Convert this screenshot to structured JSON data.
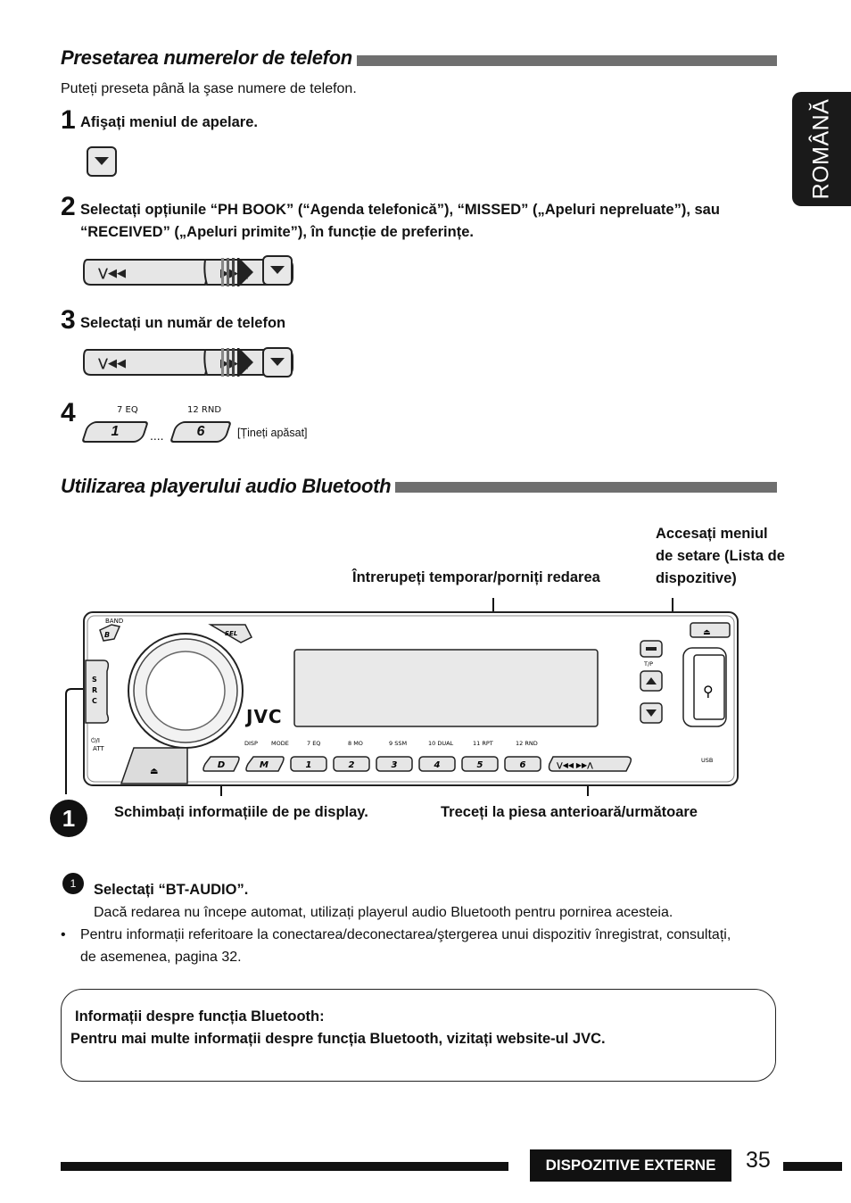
{
  "side_tab": "ROMÂNĂ",
  "section1": {
    "title": "Presetarea numerelor de telefon",
    "intro": "Puteți preseta până la şase numere de telefon.",
    "steps": [
      {
        "num": "1",
        "text": "Afişați meniul de apelare."
      },
      {
        "num": "2",
        "text_line1": "Selectați opțiunile “PH BOOK” (“Agenda telefonică”), “MISSED” („Apeluri nepreluate”), sau",
        "text_line2": "“RECEIVED” („Apeluri primite”), în funcție de preferințe."
      },
      {
        "num": "3",
        "text": "Selectați un număr de telefon"
      },
      {
        "num": "4",
        "key1_top": "7  EQ",
        "key1": "1",
        "key2_top": "12  RND",
        "key2": "6",
        "dots": "....",
        "hold": "[Țineți apăsat]"
      }
    ]
  },
  "section2": {
    "title": "Utilizarea playerului audio Bluetooth",
    "callouts": {
      "pause": "Întrerupeți temporar/porniți redarea",
      "menu_l1": "Accesați meniul",
      "menu_l2": "de setare (Lista de",
      "menu_l3": "dispozitive)",
      "display": "Schimbați informațiile de pe display.",
      "track": "Treceți la piesa anterioară/următoare"
    },
    "radio": {
      "brand": "JVC",
      "band": "BAND",
      "src": [
        "S",
        "R",
        "C"
      ],
      "sel": "SEL",
      "att": "ATT",
      "tp": "T/P",
      "usb": "USB",
      "labels": [
        "DISP",
        "MODE",
        "7  EQ",
        "8  MO",
        "9  SSM",
        "10  DUAL",
        "11  RPT",
        "12  RND"
      ],
      "keys": [
        "D",
        "M",
        "1",
        "2",
        "3",
        "4",
        "5",
        "6"
      ]
    },
    "step_num": "1",
    "step_title": "Selectați “BT-AUDIO”.",
    "step_text": "Dacă redarea nu începe automat, utilizați playerul audio Bluetooth pentru pornirea acesteia.",
    "bullet": "•",
    "bullet_line1": "Pentru informații referitoare la conectarea/deconectarea/ştergerea unui dispozitiv înregistrat, consultați,",
    "bullet_line2": "de asemenea, pagina 32."
  },
  "info": {
    "title": "Informații despre funcția Bluetooth:",
    "text": "Pentru mai multe informații despre funcția Bluetooth, vizitați website-ul JVC."
  },
  "footer": {
    "label": "DISPOZITIVE EXTERNE",
    "page": "35"
  }
}
